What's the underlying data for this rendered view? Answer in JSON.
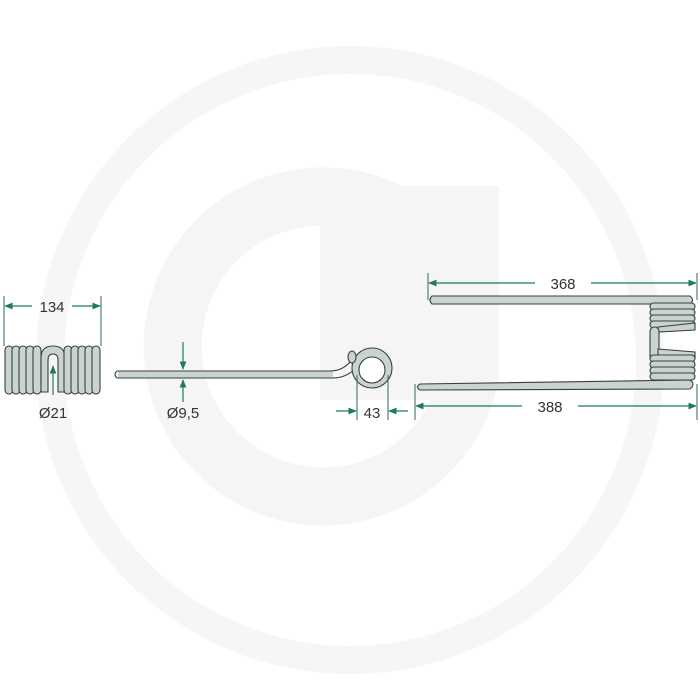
{
  "drawing": {
    "subject": "Spring tine technical drawing",
    "watermark": "G",
    "colors": {
      "background": "#ffffff",
      "watermark": "#f6f6f6",
      "dimension_lines": "#1e7a5a",
      "wire_fill": "#c9d3cf",
      "wire_outline": "#3a3f3e",
      "text": "#333333"
    },
    "views": {
      "coil_end_view": {
        "width_label": "134",
        "wire_diameter_label": "Ø21"
      },
      "side_view": {
        "wire_thickness_label": "Ø9,5",
        "eye_diameter_label": "43"
      },
      "top_view": {
        "upper_arm_label": "368",
        "lower_arm_label": "388"
      }
    }
  }
}
